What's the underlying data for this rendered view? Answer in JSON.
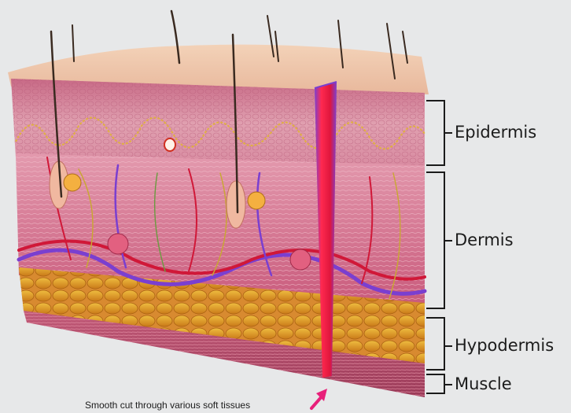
{
  "labels": {
    "epidermis": "Epidermis",
    "dermis": "Dermis",
    "hypodermis": "Hypodermis",
    "muscle": "Muscle"
  },
  "caption": "Smooth cut through various soft tissues",
  "colors": {
    "background": "#e7e8e9",
    "cut_plane": "#e8204a",
    "cut_edge": "#7a3fd0",
    "arrow": "#e8207a",
    "fat": "#e0a020",
    "dermis": "#d9708c"
  }
}
